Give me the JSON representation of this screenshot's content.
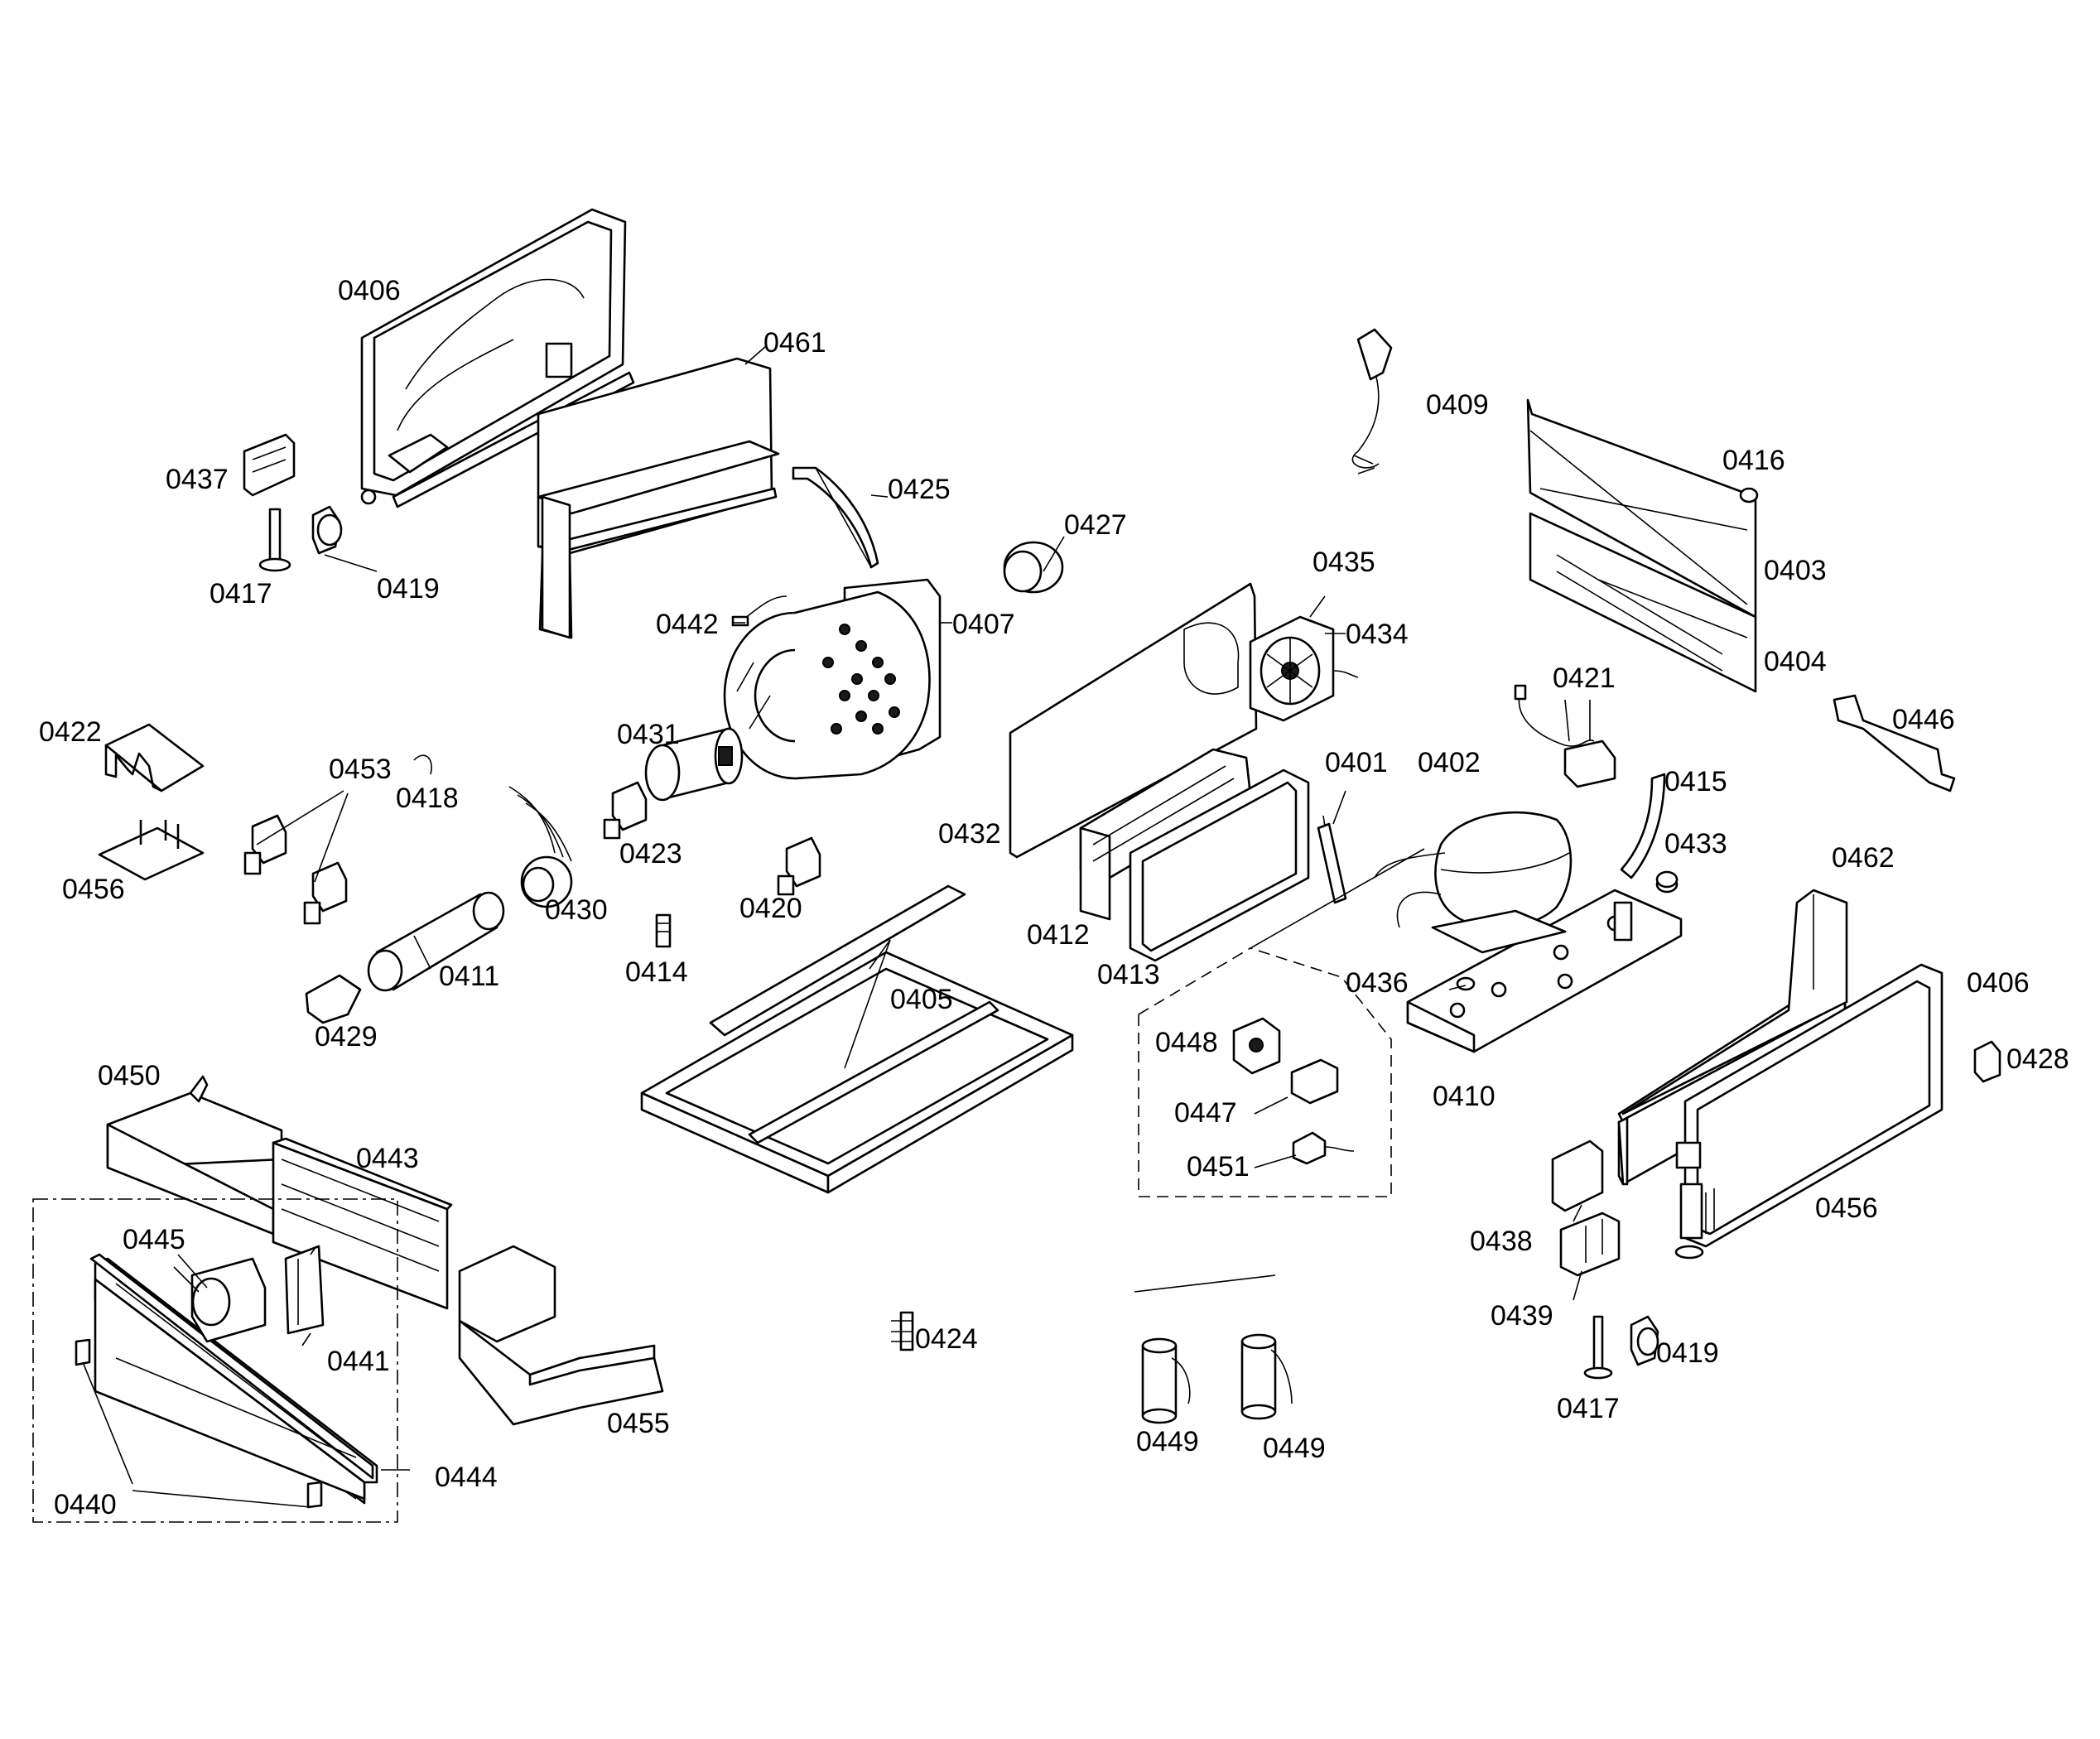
{
  "labels": {
    "l0406a": "0406",
    "l0461": "0461",
    "l0437": "0437",
    "l0417a": "0417",
    "l0419a": "0419",
    "l0425": "0425",
    "l0427": "0427",
    "l0442": "0442",
    "l0407": "0407",
    "l0409": "0409",
    "l0416": "0416",
    "l0403": "0403",
    "l0404": "0404",
    "l0435": "0435",
    "l0434": "0434",
    "l0421": "0421",
    "l0446": "0446",
    "l0422": "0422",
    "l0453": "0453",
    "l0418": "0418",
    "l0456a": "0456",
    "l0431": "0431",
    "l0423": "0423",
    "l0430": "0430",
    "l0411": "0411",
    "l0414": "0414",
    "l0420": "0420",
    "l0429": "0429",
    "l0432": "0432",
    "l0401": "0401",
    "l0402": "0402",
    "l0415": "0415",
    "l0433": "0433",
    "l0462": "0462",
    "l0412": "0412",
    "l0413": "0413",
    "l0436": "0436",
    "l0406b": "0406",
    "l0428": "0428",
    "l0405": "0405",
    "l0448": "0448",
    "l0447": "0447",
    "l0451": "0451",
    "l0410": "0410",
    "l0450": "0450",
    "l0443": "0443",
    "l0445": "0445",
    "l0441": "0441",
    "l0455": "0455",
    "l0440": "0440",
    "l0444": "0444",
    "l0424": "0424",
    "l0449a": "0449",
    "l0449b": "0449",
    "l0438": "0438",
    "l0456b": "0456",
    "l0439": "0439",
    "l0417b": "0417",
    "l0419b": "0419"
  }
}
